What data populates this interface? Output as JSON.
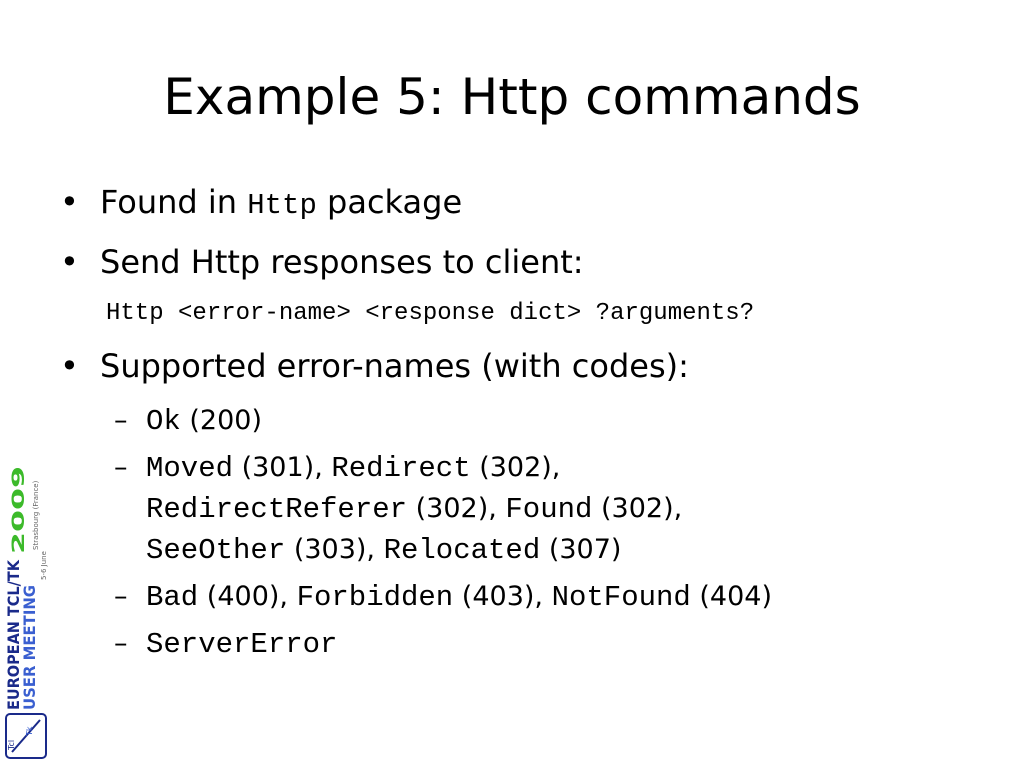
{
  "slide": {
    "title": "Example 5: Http commands",
    "bullets": [
      {
        "bullet": "•",
        "text_before": "Found in ",
        "code": "Http",
        "text_after": " package"
      },
      {
        "bullet": "•",
        "text": "Send Http responses to client:"
      },
      {
        "bullet": "•",
        "text": "Supported error-names (with codes):"
      }
    ],
    "code_line": "Http <error-name> <response dict> ?arguments?",
    "sub_items": [
      {
        "dash": "–",
        "segments": [
          {
            "code": "Ok",
            "text": " (200)"
          }
        ]
      },
      {
        "dash": "–",
        "segments": [
          {
            "code": "Moved",
            "text": " (301), "
          },
          {
            "code": "Redirect",
            "text": " (302),"
          },
          {
            "code": "RedirectReferer",
            "text": " (302), "
          },
          {
            "code": "Found",
            "text": " (302),"
          },
          {
            "code": "SeeOther",
            "text": " (303), "
          },
          {
            "code": "Relocated",
            "text": " (307)"
          }
        ]
      },
      {
        "dash": "–",
        "segments": [
          {
            "code": "Bad",
            "text": " (400), "
          },
          {
            "code": "Forbidden",
            "text": " (403), "
          },
          {
            "code": "NotFound",
            "text": " (404)"
          }
        ]
      },
      {
        "dash": "–",
        "segments": [
          {
            "code": "ServerError",
            "text": ""
          }
        ]
      }
    ]
  },
  "logo": {
    "line1": "EUROPEAN TCL/TK",
    "line2": "USER MEETING",
    "year": "2009",
    "place": "Strasbourg (France)",
    "dates": "5-6 June",
    "mark1": "Tcl",
    "mark2": "Tk",
    "colors": {
      "navy": "#1a2a8a",
      "blue": "#3a5fd0",
      "green": "#3cba2a",
      "gray": "#666666"
    }
  }
}
